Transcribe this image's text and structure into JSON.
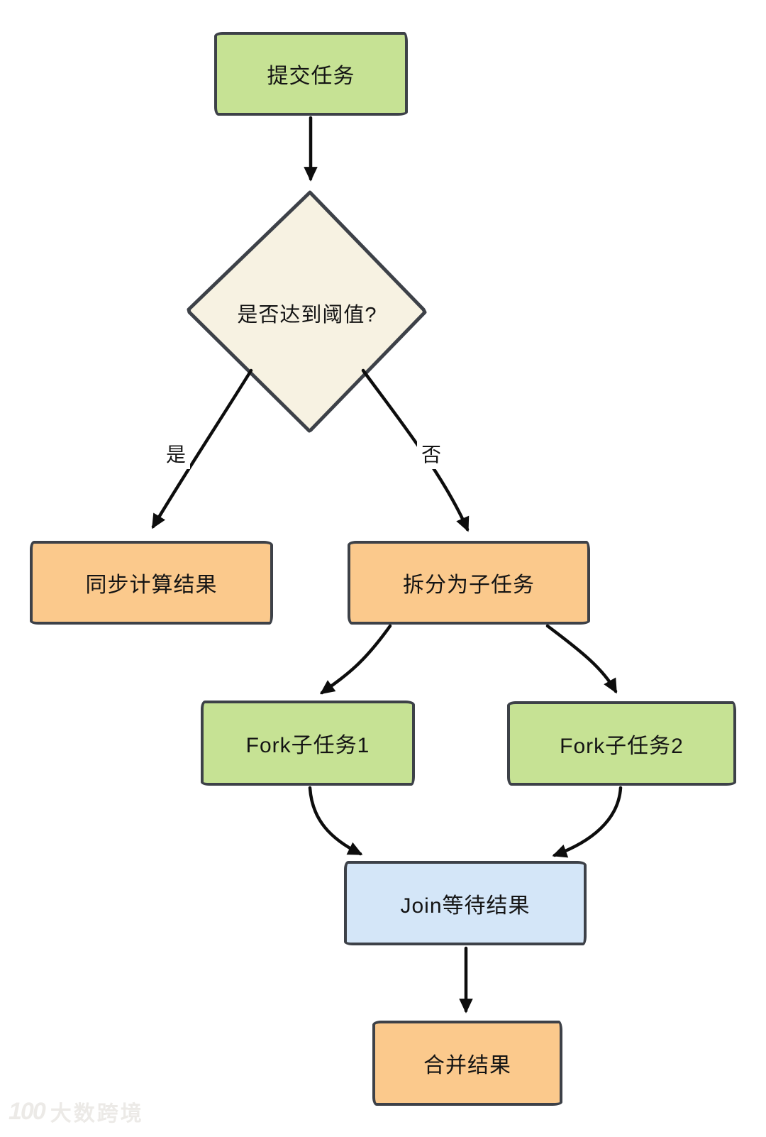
{
  "diagram": {
    "type": "flowchart",
    "style": "hand-drawn (excalidraw-like)",
    "background": "#ffffff"
  },
  "colors": {
    "node_green": "#c6e294",
    "node_orange": "#fbc98c",
    "node_blue": "#d4e6f8",
    "node_cream": "#f7f2e2",
    "outline": "#3d4148",
    "arrow": "#0d0d0d",
    "text": "#141414",
    "watermark": "#eceae7"
  },
  "nodes": [
    {
      "id": "submit",
      "label": "提交任务",
      "shape": "rectangle",
      "fill": "green"
    },
    {
      "id": "threshold",
      "label": "是否达到阈值?",
      "shape": "diamond",
      "fill": "cream"
    },
    {
      "id": "sync",
      "label": "同步计算结果",
      "shape": "rectangle",
      "fill": "orange"
    },
    {
      "id": "split",
      "label": "拆分为子任务",
      "shape": "rectangle",
      "fill": "orange"
    },
    {
      "id": "fork1",
      "label": "Fork子任务1",
      "shape": "rectangle",
      "fill": "green"
    },
    {
      "id": "fork2",
      "label": "Fork子任务2",
      "shape": "rectangle",
      "fill": "green"
    },
    {
      "id": "join",
      "label": "Join等待结果",
      "shape": "rectangle",
      "fill": "blue"
    },
    {
      "id": "merge",
      "label": "合并结果",
      "shape": "rectangle",
      "fill": "orange"
    }
  ],
  "edges": [
    {
      "from": "提交任务",
      "to": "是否达到阈值?",
      "label": ""
    },
    {
      "from": "是否达到阈值?",
      "to": "同步计算结果",
      "label": "是"
    },
    {
      "from": "是否达到阈值?",
      "to": "拆分为子任务",
      "label": "否"
    },
    {
      "from": "拆分为子任务",
      "to": "Fork子任务1",
      "label": ""
    },
    {
      "from": "拆分为子任务",
      "to": "Fork子任务2",
      "label": ""
    },
    {
      "from": "Fork子任务1",
      "to": "Join等待结果",
      "label": ""
    },
    {
      "from": "Fork子任务2",
      "to": "Join等待结果",
      "label": ""
    },
    {
      "from": "Join等待结果",
      "to": "合并结果",
      "label": ""
    }
  ],
  "watermark": {
    "logo_text": "100",
    "brand_text": "大数跨境"
  }
}
